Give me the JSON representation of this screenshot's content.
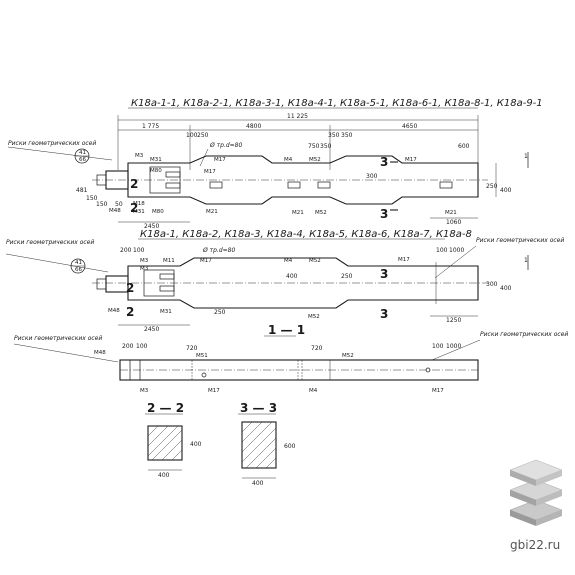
{
  "drawing": {
    "top": {
      "title": "К18а-1-1, К18а-2-1, К18а-3-1, К18а-4-1, К18а-5-1, К18а-6-1, К18а-8-1, К18а-9-1",
      "total_length": "11 225",
      "dims_top": [
        "1 775",
        "4800",
        "4650"
      ],
      "dims_small": [
        "100",
        "250",
        "350",
        "350",
        "750",
        "350",
        "600"
      ],
      "dims_bottom": [
        "2450",
        "1060"
      ],
      "dims_left": [
        "481",
        "150",
        "150",
        "50"
      ],
      "dims_right": [
        "400",
        "250",
        "300"
      ],
      "risk_label": "Риски геометрических осей",
      "sheet_ref": [
        "41",
        "66"
      ],
      "tube": "Ø тр.d=80",
      "tags": [
        "М3",
        "М31",
        "М80",
        "М17",
        "М17",
        "М4",
        "М52",
        "М17",
        "М52",
        "М21",
        "М21",
        "М48",
        "М18",
        "М31",
        "М80",
        "М21"
      ],
      "cut_mark": "3",
      "cut_mark_2": "2",
      "arrow": "1"
    },
    "mid": {
      "title": "К18а-1, К18а-2, К18а-3, К18а-4, К18а-5, К18а-6, К18а-7, К18а-8",
      "risk_label_left": "Риски геометрических осей",
      "risk_label_right": "Риски геометрических осей",
      "sheet_ref": [
        "41",
        "66"
      ],
      "tube": "Ø тр.d=80",
      "tags": [
        "М3",
        "М3",
        "М11",
        "М17",
        "М4",
        "М52",
        "М17",
        "М48",
        "М52",
        "М31"
      ],
      "dims": [
        "200",
        "100",
        "100",
        "1000",
        "2450",
        "1250",
        "250",
        "250",
        "400",
        "400",
        "300"
      ],
      "cut_mark": "3",
      "cut_mark_2": "2",
      "arrow": "1"
    },
    "elev": {
      "title": "1 — 1",
      "risk_label_left": "Риски геометрических осей",
      "risk_label_right": "Риски геометрических осей",
      "tags": [
        "М48",
        "М3",
        "М51",
        "М17",
        "М52",
        "М4",
        "М17"
      ],
      "dims": [
        "200",
        "100",
        "720",
        "720",
        "100",
        "1000"
      ]
    },
    "section_2": {
      "title": "2 — 2",
      "width": "400",
      "height": "400"
    },
    "section_3": {
      "title": "3 — 3",
      "width": "400",
      "height": "600"
    }
  },
  "watermark": {
    "text": "gbi22.ru"
  }
}
